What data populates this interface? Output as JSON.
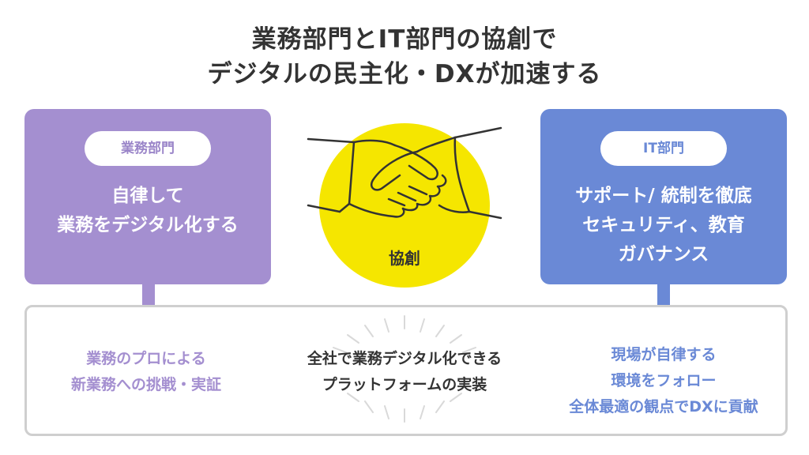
{
  "title": {
    "line1": "業務部門とIT部門の協創で",
    "line2": "デジタルの民主化・DXが加速する"
  },
  "left_panel": {
    "pill": "業務部門",
    "line1": "自律して",
    "line2": "業務をデジタル化する"
  },
  "center": {
    "label": "協創",
    "icon": "handshake-icon"
  },
  "right_panel": {
    "pill": "IT部門",
    "line1": "サポート/ 統制を徹底",
    "line2": "セキュリティ、教育",
    "line3": "ガバナンス"
  },
  "bottom": {
    "left": {
      "line1": "業務のプロによる",
      "line2": "新業務への挑戦・実証"
    },
    "middle": {
      "line1": "全社で業務デジタル化できる",
      "line2": "プラットフォームの実装"
    },
    "right": {
      "line1": "現場が自律する",
      "line2": "環境をフォロー",
      "line3": "全体最適の観点でDXに貢献"
    }
  },
  "colors": {
    "left_accent": "#a48fd0",
    "right_accent": "#6a89d6",
    "circle": "#f5e600",
    "box_border": "#cfcfcf"
  }
}
